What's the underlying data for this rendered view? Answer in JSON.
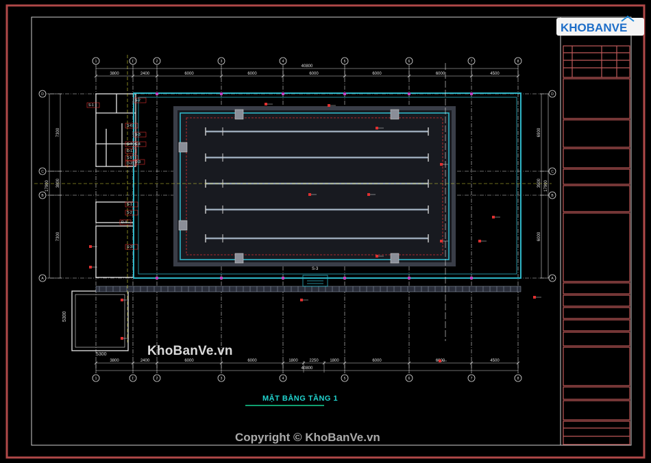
{
  "brand": {
    "logo_text": "KHOBANVE",
    "watermark": "KhoBanVe.vn",
    "copyright": "Copyright © KhoBanVe.vn"
  },
  "plan": {
    "title": "MẶT BẰNG TẦNG 1"
  },
  "dimensions": {
    "top": [
      "3800",
      "2400",
      "6000",
      "6000",
      "6000",
      "6000",
      "6000",
      "4500"
    ],
    "top_total": "40800",
    "bottom": [
      "3800",
      "2400",
      "6000",
      "6000",
      "1800",
      "2250",
      "1800",
      "6000",
      "6000",
      "4500"
    ],
    "bottom_total": "40800",
    "left": [
      "7300",
      "3800",
      "7300"
    ],
    "left_total": "17900",
    "right": [
      "6900",
      "3900",
      "6000"
    ],
    "right_total": "17900",
    "annex_width": "5300",
    "annex_height": "5300"
  },
  "grid": {
    "columns": [
      "1",
      "1'",
      "2",
      "3",
      "4",
      "5",
      "6",
      "7",
      "8"
    ],
    "rows": [
      "D",
      "C",
      "B",
      "A"
    ]
  },
  "labels": {
    "s_tags": [
      "S-2",
      "S-3",
      "S-4",
      "S-5",
      "S-6",
      "S-7",
      "S-1",
      "S-2",
      "S-3",
      "S-1"
    ],
    "d_tags": [
      "D-1",
      "D-2",
      "D-3",
      "D-4"
    ],
    "section": "S-3"
  },
  "colors": {
    "frame": "#b04848",
    "pool_wall": "#2fb6c8",
    "grid_line": "#e0e0e0",
    "dimension": "#d8d8d8",
    "tags": "#e03030",
    "title": "#21d4cf",
    "lanes": "#9aa8b8"
  }
}
